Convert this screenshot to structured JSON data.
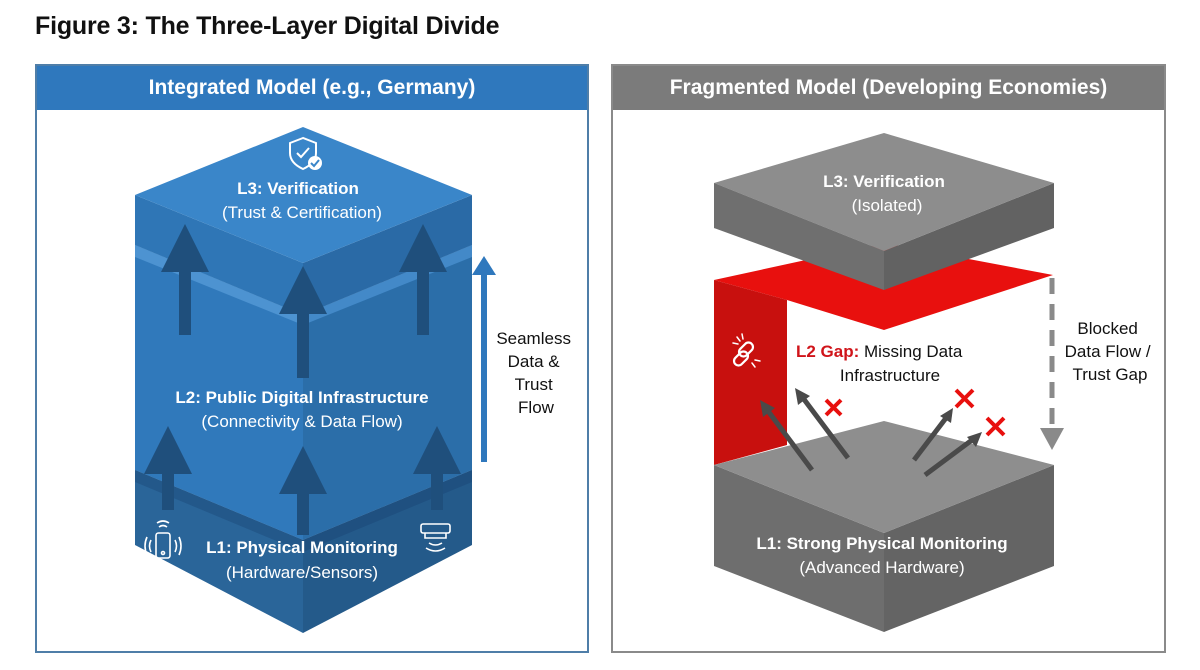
{
  "figure": {
    "title": "Figure 3: The Three-Layer Digital Divide"
  },
  "left_panel": {
    "header": "Integrated Model (e.g., Germany)",
    "accent": "#2f78bd",
    "layers": {
      "l3": {
        "title": "L3: Verification",
        "subtitle": "(Trust & Certification)",
        "icon": "shield-check-icon"
      },
      "l2": {
        "title": "L2: Public Digital Infrastructure",
        "subtitle": "(Connectivity & Data Flow)"
      },
      "l1": {
        "title": "L1: Physical Monitoring",
        "subtitle": "(Hardware/Sensors)",
        "icons": [
          "mobile-sensor-icon",
          "smoke-detector-icon"
        ]
      }
    },
    "side_label": [
      "Seamless",
      "Data &",
      "Trust",
      "Flow"
    ]
  },
  "right_panel": {
    "header": "Fragmented Model (Developing Economies)",
    "accent": "#7b7b7b",
    "gap_color": "#e8100e",
    "layers": {
      "l3": {
        "title": "L3: Verification",
        "subtitle": "(Isolated)"
      },
      "l2": {
        "title_prefix": "L2 Gap:",
        "title_rest": " Missing Data",
        "subtitle": "Infrastructure",
        "icon": "broken-link-icon"
      },
      "l1": {
        "title": "L1: Strong Physical Monitoring",
        "subtitle": "(Advanced Hardware)"
      }
    },
    "side_label": [
      "Blocked",
      "Data Flow /",
      "Trust Gap"
    ]
  }
}
